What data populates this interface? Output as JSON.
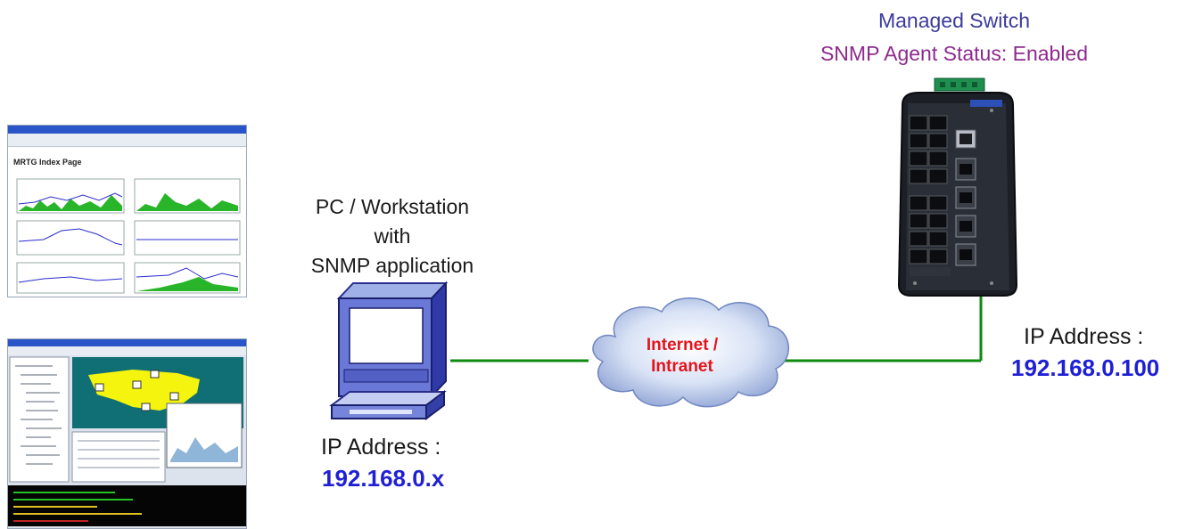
{
  "switch": {
    "title": "Managed Switch",
    "status": "SNMP Agent Status: Enabled",
    "ip_label": "IP Address :",
    "ip_value": "192.168.0.100",
    "title_color": "#3b3b9c",
    "status_color": "#8e2a8e"
  },
  "pc": {
    "caption_lines": [
      "PC / Workstation",
      "with",
      "SNMP application"
    ],
    "ip_label": "IP Address :",
    "ip_value": "192.168.0.x"
  },
  "cloud": {
    "label_line1": "Internet /",
    "label_line2": "Intranet",
    "label_color": "#e4141b"
  },
  "screenshots": {
    "mrtg_title": "MRTG Index Page"
  },
  "colors": {
    "link": "#0e8a0e",
    "ip_value": "#1f1fd6"
  }
}
